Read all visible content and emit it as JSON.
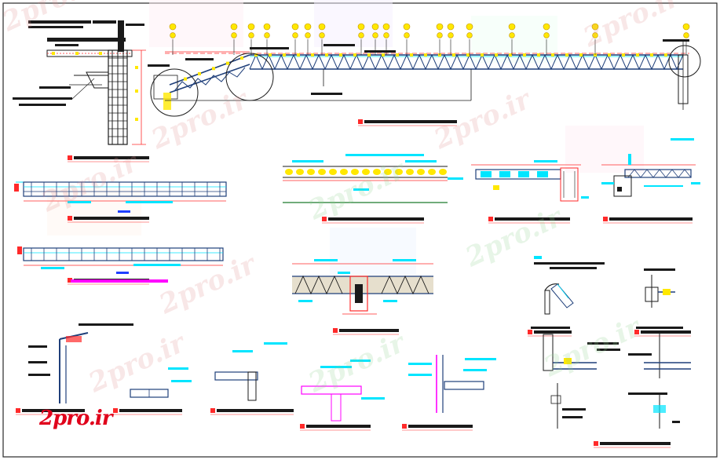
{
  "watermark": {
    "text": "2pro.ir",
    "logo_text": "2pro.ir"
  },
  "colors": {
    "background": "#ffffff",
    "beam": "#1f3f7a",
    "cyan": "#00e5ff",
    "red": "#ff2a2a",
    "yellow": "#ffe800",
    "green": "#1a7a2a",
    "magenta": "#ff00ff",
    "olive": "#c8b890",
    "dark": "#1a1a1a",
    "logo": "#e0001b"
  },
  "drawing": {
    "title_strips": 18,
    "detail_views": [
      "column-wall-section",
      "main-truss-elevation",
      "slab-strip-top",
      "slab-strip-bottom",
      "deck-section-center",
      "deck-section-right-a",
      "deck-section-right-b",
      "truss-joint-detail",
      "corner-detail-right",
      "connection-details-bottom"
    ]
  }
}
